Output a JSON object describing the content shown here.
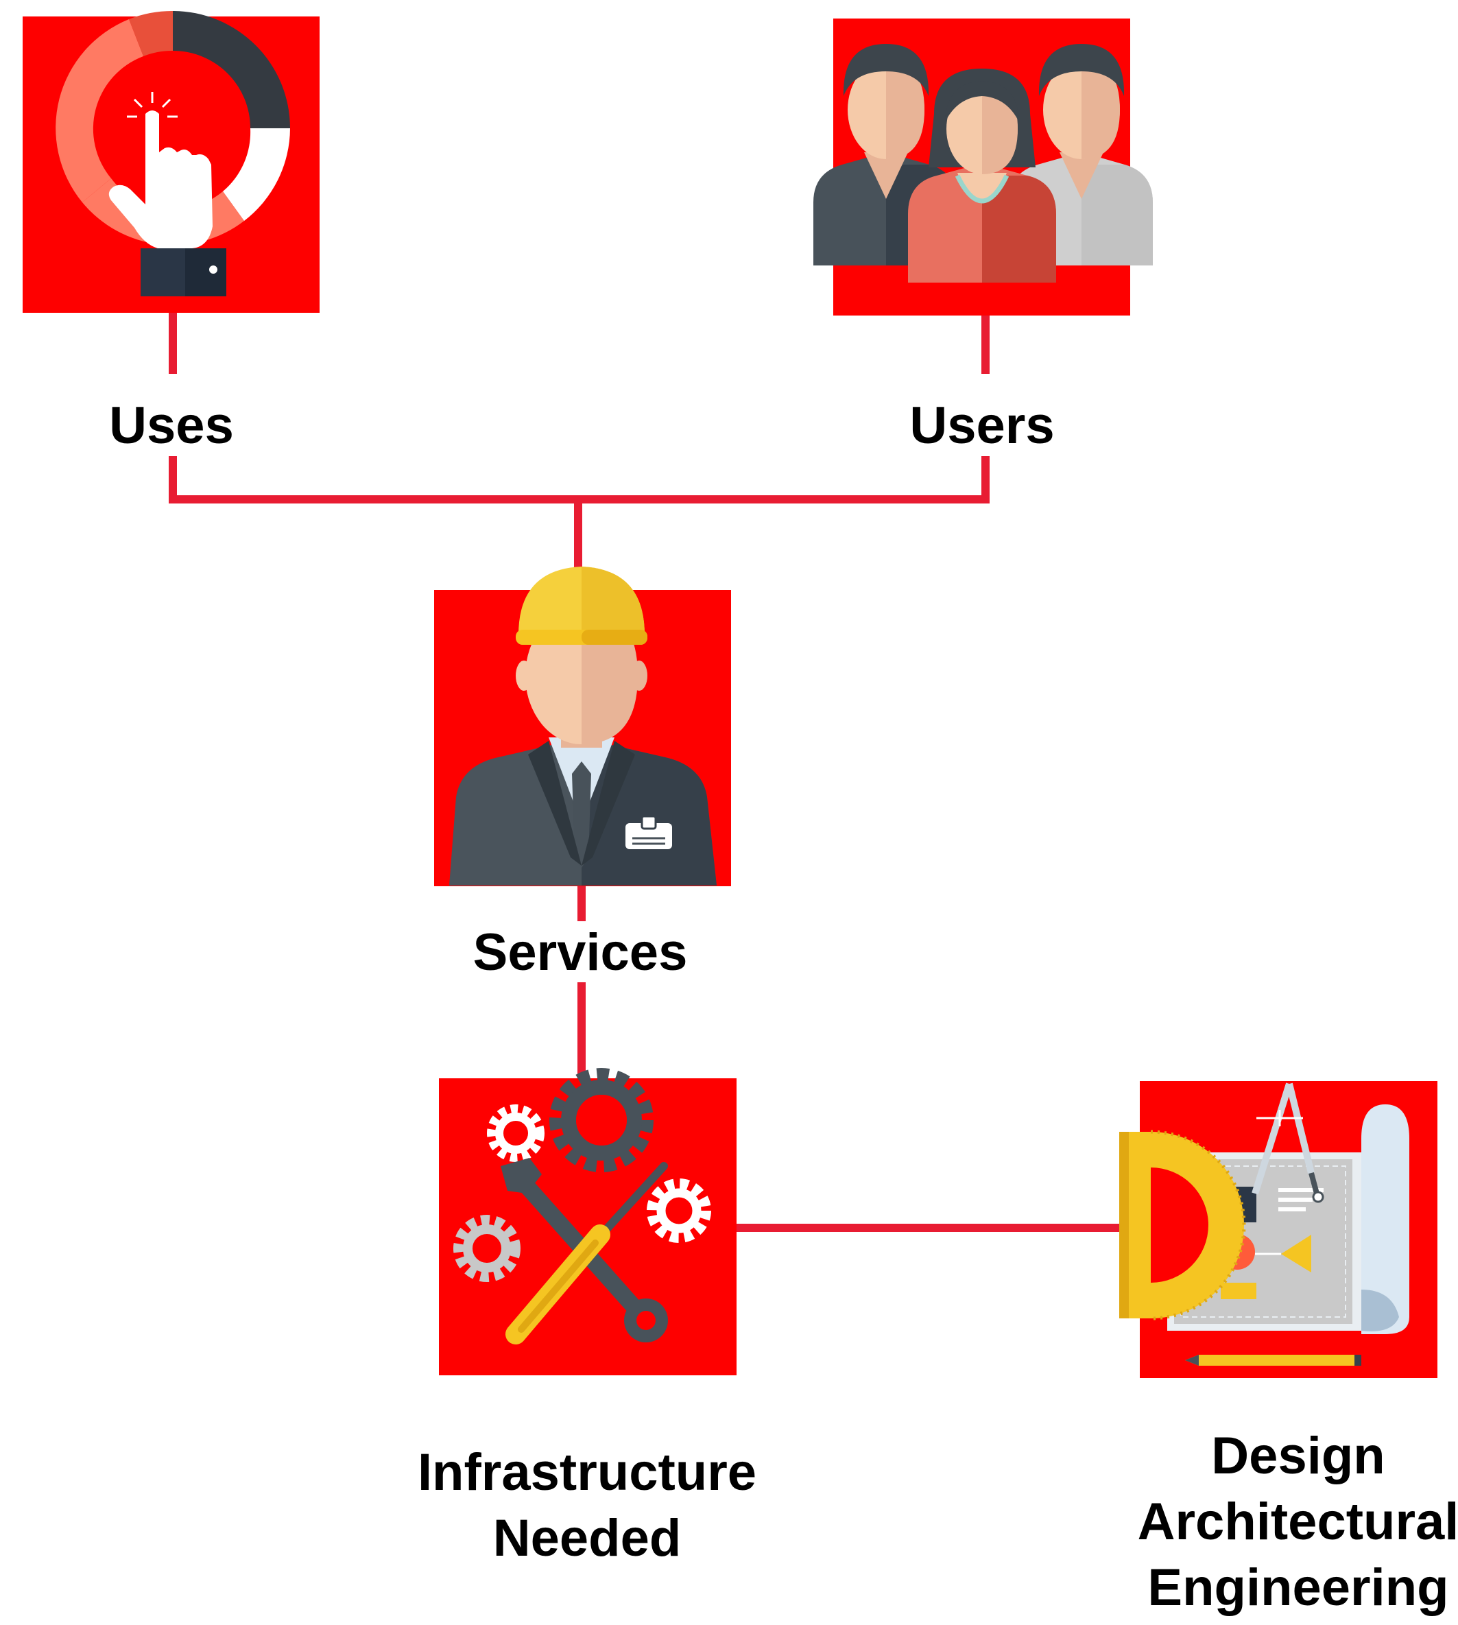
{
  "diagram": {
    "nodes": {
      "uses": {
        "label": "Uses",
        "icon": "touch-gauge-icon"
      },
      "users": {
        "label": "Users",
        "icon": "people-group-icon"
      },
      "services": {
        "label": "Services",
        "icon": "engineer-icon"
      },
      "infrastructure": {
        "label_lines": [
          "Infrastructure",
          "Needed"
        ],
        "icon": "tools-gears-icon"
      },
      "design": {
        "label_lines": [
          "Design",
          "Architectural",
          "Engineering"
        ],
        "icon": "blueprint-drafting-icon"
      }
    },
    "edges": [
      {
        "from": "uses",
        "to": "services"
      },
      {
        "from": "users",
        "to": "services"
      },
      {
        "from": "services",
        "to": "infrastructure"
      },
      {
        "from": "infrastructure",
        "to": "design"
      }
    ]
  },
  "colors": {
    "tile_red": "#fe0000",
    "connector_red": "#e81c32",
    "label": "#000000"
  }
}
